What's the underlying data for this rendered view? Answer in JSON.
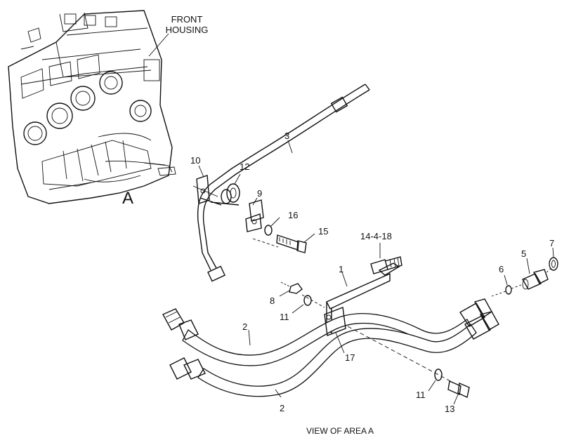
{
  "diagram": {
    "callout_front_housing": [
      "FRONT",
      "HOUSING"
    ],
    "area_letter": "A",
    "caption": "VIEW OF AREA A",
    "callouts": {
      "c1": "1",
      "c2a": "2",
      "c2b": "2",
      "c3": "3",
      "c5": "5",
      "c6": "6",
      "c7": "7",
      "c8": "8",
      "c9": "9",
      "c10": "10",
      "c11a": "11",
      "c11b": "11",
      "c12": "12",
      "c13": "13",
      "c14": "14-4-18",
      "c15": "15",
      "c16": "16",
      "c17": "17"
    }
  }
}
